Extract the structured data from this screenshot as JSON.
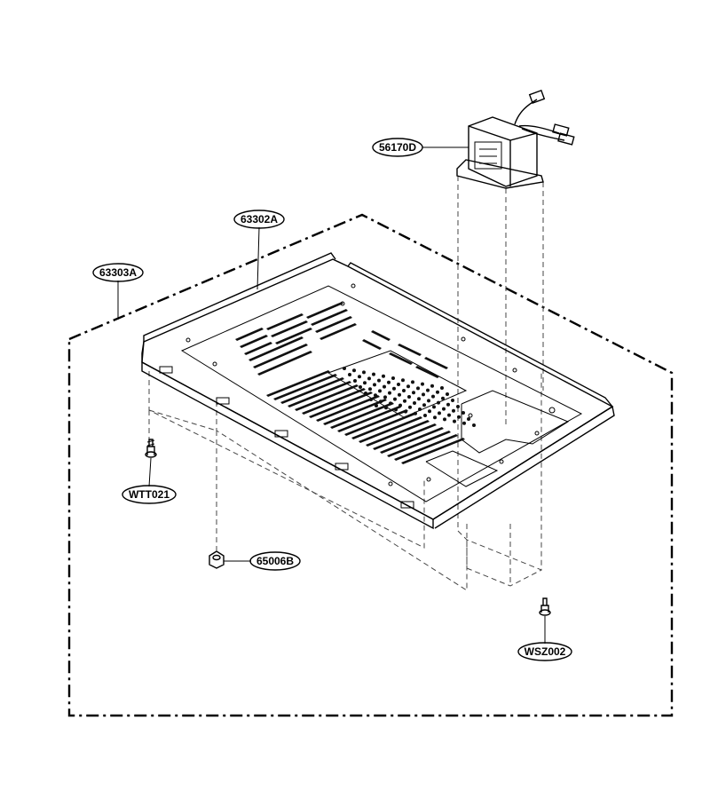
{
  "labels": {
    "transformer": "56170D",
    "base_plate": "63302A",
    "frame_assembly": "63303A",
    "front_screw": "WTT021",
    "nut": "65006B",
    "rear_screw": "WSZ002"
  },
  "colors": {
    "ink": "#000000",
    "background": "#ffffff"
  }
}
